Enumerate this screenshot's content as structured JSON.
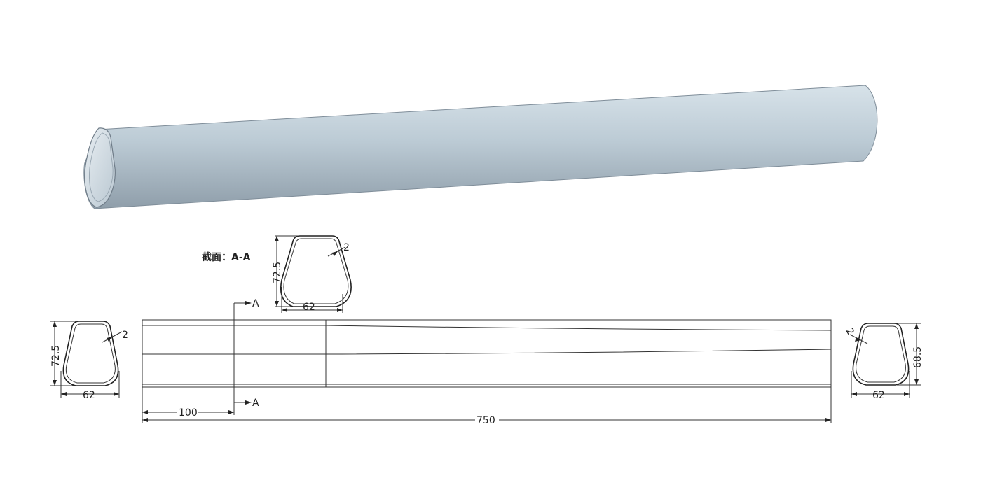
{
  "section_label": "截面：A-A",
  "section_marker": "A",
  "dimensions": {
    "section_aa_height": "72.5",
    "section_aa_width": "62",
    "section_aa_wall": "2",
    "left_height": "72.5",
    "left_width": "62",
    "left_wall": "2",
    "right_height": "68.5",
    "right_width": "62",
    "right_wall": "2",
    "offset_to_section": "100",
    "total_length": "750"
  },
  "colors": {
    "tube_light": "#c9d6de",
    "tube_mid": "#aebcc7",
    "tube_dark": "#8e9ca8",
    "line": "#333333"
  }
}
